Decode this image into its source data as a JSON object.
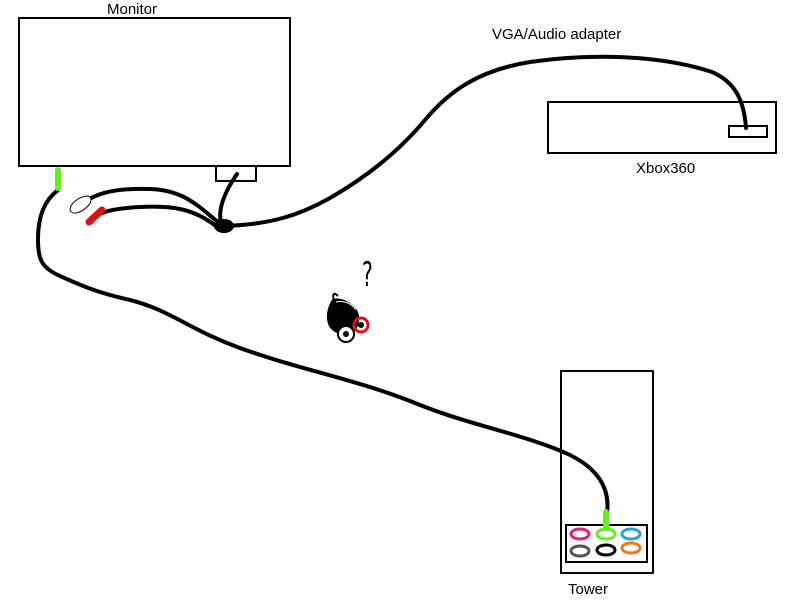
{
  "labels": {
    "monitor": "Monitor",
    "adapter": "VGA/Audio adapter",
    "xbox": "Xbox360",
    "tower": "Tower",
    "question": "?"
  },
  "colors": {
    "line": "#000000",
    "green_plug": "#66ee22",
    "red_plug": "#dd1111",
    "white_plug": "#ffffff",
    "port_pink": "#e0207a",
    "port_green": "#66ee22",
    "port_blue": "#2aa2dd",
    "port_gray": "#555555",
    "port_black": "#000000",
    "port_orange": "#ee7722"
  },
  "tower_ports": [
    {
      "name": "pink-port",
      "color": "#e0207a"
    },
    {
      "name": "green-port",
      "color": "#66ee22"
    },
    {
      "name": "blue-port",
      "color": "#2aa2dd"
    },
    {
      "name": "gray-port",
      "color": "#555555"
    },
    {
      "name": "black-port",
      "color": "#000000"
    },
    {
      "name": "orange-port",
      "color": "#ee7722"
    }
  ]
}
